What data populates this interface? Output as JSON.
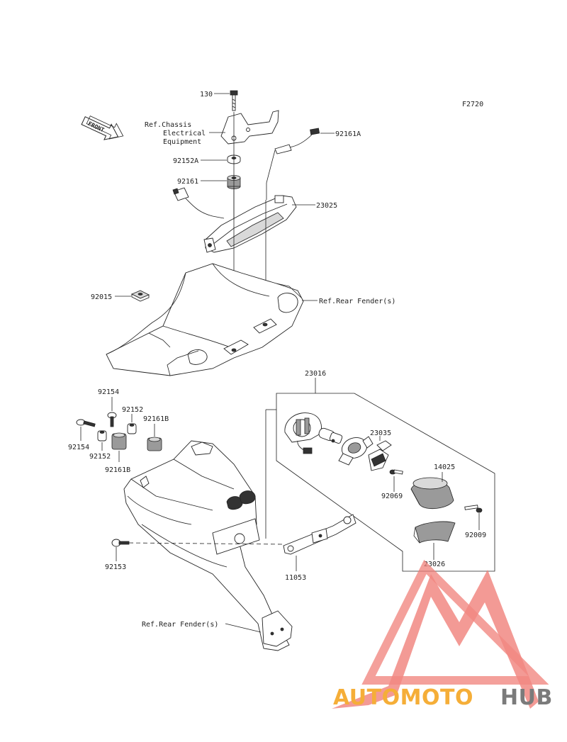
{
  "figure_code": "F2720",
  "front_label": "FRONT",
  "callouts": {
    "p130": "130",
    "ref_chassis_1": "Ref.Chassis",
    "ref_chassis_2": "Electrical",
    "ref_chassis_3": "Equipment",
    "p92161A": "92161A",
    "p92152A": "92152A",
    "p92161": "92161",
    "p23025": "23025",
    "p92015": "92015",
    "ref_rear_fender_top": "Ref.Rear Fender(s)",
    "p23016": "23016",
    "p92154_top": "92154",
    "p92152_top": "92152",
    "p92161B_top": "92161B",
    "p92154_left": "92154",
    "p92152_mid": "92152",
    "p92161B_mid": "92161B",
    "p23035": "23035",
    "p14025": "14025",
    "p92069": "92069",
    "p92009": "92009",
    "p23026": "23026",
    "p92153": "92153",
    "p11053": "11053",
    "ref_rear_fender_bottom": "Ref.Rear Fender(s)"
  },
  "watermark": {
    "part1": "AUTOMOTO",
    "part2": "HUB",
    "color_orange": "#f5a623",
    "color_red": "#f07b74",
    "color_gray": "#6d6d6d"
  }
}
